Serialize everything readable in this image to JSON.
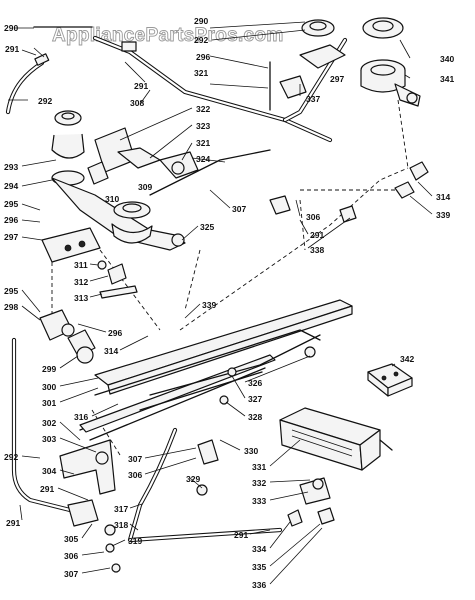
{
  "watermark": "AppliancePartsPros.com",
  "callouts": {
    "l290a": "290",
    "l291a": "291",
    "l292a": "292",
    "l290b": "290",
    "l292b": "292",
    "l296a": "296",
    "l291b": "291",
    "l308": "308",
    "l321a": "321",
    "l297a": "297",
    "l337": "337",
    "l340": "340",
    "l341": "341",
    "l322": "322",
    "l323": "323",
    "l321b": "321",
    "l293": "293",
    "l310": "310",
    "l309": "309",
    "l324": "324",
    "l294": "294",
    "l307a": "307",
    "l306a": "306",
    "l314a": "314",
    "l339a": "339",
    "l295a": "295",
    "l296b": "296",
    "l297b": "297",
    "l325": "325",
    "l291c": "291",
    "l338": "338",
    "l311": "311",
    "l312": "312",
    "l313": "313",
    "l295b": "295",
    "l298": "298",
    "l296c": "296",
    "l339b": "339",
    "l314b": "314",
    "l342": "342",
    "l299": "299",
    "l300": "300",
    "l301": "301",
    "l316": "316",
    "l326": "326",
    "l327": "327",
    "l328": "328",
    "l302": "302",
    "l303": "303",
    "l330": "330",
    "l331": "331",
    "l307b": "307",
    "l306b": "306",
    "l292c": "292",
    "l304": "304",
    "l329": "329",
    "l332": "332",
    "l333": "333",
    "l291d": "291",
    "l317": "317",
    "l318": "318",
    "l291e": "291",
    "l291f": "291",
    "l305": "305",
    "l319": "319",
    "l334": "334",
    "l306c": "306",
    "l335": "335",
    "l307c": "307",
    "l336": "336"
  }
}
